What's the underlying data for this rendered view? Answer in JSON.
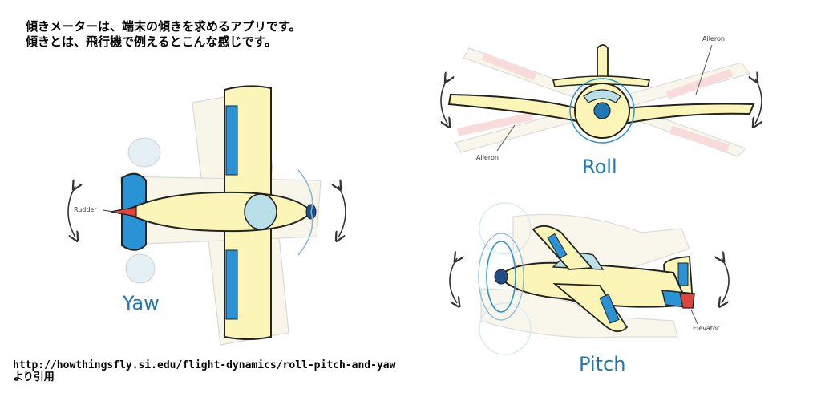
{
  "intro": {
    "line1": "傾きメーターは、端末の傾きを求めるアプリです。",
    "line2": "傾きとは、飛行機で例えるとこんな感じです。"
  },
  "credit": {
    "url": "http://howthingsfly.si.edu/flight-dynamics/roll-pitch-and-yaw",
    "note": "より引用"
  },
  "diagrams": {
    "yaw": {
      "label": "Yaw",
      "callout": "Rudder"
    },
    "roll": {
      "label": "Roll",
      "callout_top": "Aileron",
      "callout_bottom": "Aileron"
    },
    "pitch": {
      "label": "Pitch",
      "callout": "Elevator"
    }
  },
  "colors": {
    "body_fill": "#fbf5b8",
    "ghost_fill": "#f6f1d6",
    "control_surface": "#2a93d5",
    "rudder_red": "#e0443a",
    "label_blue": "#1f77b4",
    "canopy": "#b9dfe8"
  }
}
